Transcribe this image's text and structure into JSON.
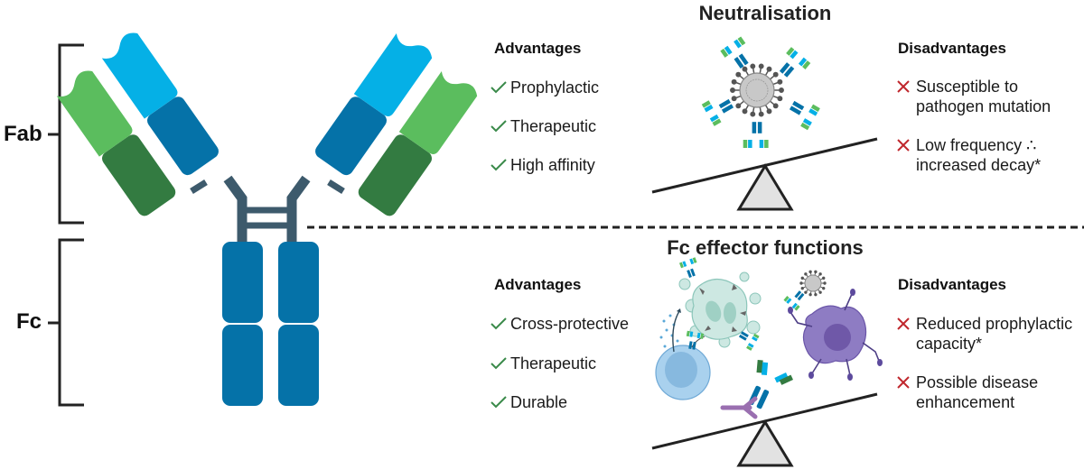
{
  "colors": {
    "heavy_chain_constant": "#0572a8",
    "heavy_chain_variable": "#05b0e6",
    "light_chain_constant": "#337b41",
    "light_chain_variable": "#5bbd5e",
    "hinge": "#3d5a6c",
    "check": "#3a8a4a",
    "cross": "#c0272d",
    "seesaw_base": "#e2e2e2",
    "neutrophil": "#cde8e2",
    "macrophage": "#8e7cc3",
    "nk_cell": "#a9d1ee",
    "fc_receptor": "#9a6fb0",
    "virus": "#bdbdbd"
  },
  "antibody": {
    "fab_label": "Fab",
    "fc_label": "Fc"
  },
  "neutralisation": {
    "title": "Neutralisation",
    "advantages_heading": "Advantages",
    "advantages": [
      {
        "icon": "check-icon",
        "text": "Prophylactic"
      },
      {
        "icon": "check-icon",
        "text": "Therapeutic"
      },
      {
        "icon": "check-icon",
        "text": "High affinity"
      }
    ],
    "disadvantages_heading": "Disadvantages",
    "disadvantages": [
      {
        "icon": "cross-icon",
        "text": "Susceptible to\npathogen mutation"
      },
      {
        "icon": "cross-icon",
        "text": "Low frequency ∴\nincreased decay*"
      }
    ],
    "seesaw_tilt": "right-high"
  },
  "fc_effector": {
    "title": "Fc effector functions",
    "advantages_heading": "Advantages",
    "advantages": [
      {
        "icon": "check-icon",
        "text": "Cross-protective"
      },
      {
        "icon": "check-icon",
        "text": "Therapeutic"
      },
      {
        "icon": "check-icon",
        "text": "Durable"
      }
    ],
    "disadvantages_heading": "Disadvantages",
    "disadvantages": [
      {
        "icon": "cross-icon",
        "text": "Reduced prophylactic\ncapacity*"
      },
      {
        "icon": "cross-icon",
        "text": "Possible disease\nenhancement"
      }
    ],
    "seesaw_tilt": "right-high"
  }
}
